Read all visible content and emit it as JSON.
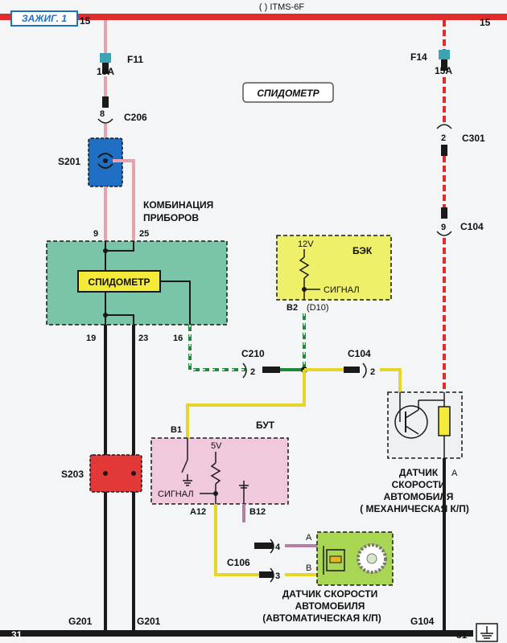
{
  "header": {
    "ignition_label": "ЗАЖИГ. 1",
    "bus_left": "15",
    "bus_right": "15",
    "bus_center": "( ) ITMS-6F"
  },
  "ground": {
    "left": "31",
    "right": "31"
  },
  "title_badge": "СПИДОМЕТР",
  "fuses": {
    "f11": {
      "name": "F11",
      "rating": "10A"
    },
    "f14": {
      "name": "F14",
      "rating": "15A"
    }
  },
  "connectors": {
    "c206": {
      "name": "C206",
      "pin": "8"
    },
    "c301": {
      "name": "C301",
      "pin": "2"
    },
    "c104_top": {
      "name": "C104",
      "pin": "9"
    },
    "c210": {
      "name": "C210",
      "pin": "2"
    },
    "c104_mid": {
      "name": "C104",
      "pin": "2"
    },
    "c106": {
      "name": "C106",
      "pin_a": "4",
      "pin_b": "3"
    }
  },
  "splices": {
    "s201": "S201",
    "s203": "S203"
  },
  "cluster": {
    "title_line1": "КОМБИНАЦИЯ",
    "title_line2": "ПРИБОРОВ",
    "speedometer": "СПИДОМЕТР",
    "pin_9": "9",
    "pin_25": "25",
    "pin_19": "19",
    "pin_23": "23",
    "pin_16": "16"
  },
  "ecu": {
    "name": "БЭК",
    "voltage": "12V",
    "signal": "СИГНАЛ",
    "pin": "B2",
    "pin_alt": "(D10)"
  },
  "tcm": {
    "name": "БУТ",
    "voltage": "5V",
    "signal": "СИГНАЛ",
    "pin_b1": "B1",
    "pin_a12": "A12",
    "pin_b12": "B12"
  },
  "sensor_manual": {
    "line1": "ДАТЧИК",
    "line2": "СКОРОСТИ",
    "line3": "АВТОМОБИЛЯ",
    "line4": "( МЕХАНИЧЕСКАЯ К/П)",
    "pin_a": "A"
  },
  "sensor_auto": {
    "line1": "ДАТЧИК СКОРОСТИ",
    "line2": "АВТОМОБИЛЯ",
    "line3": "(АВТОМАТИЧЕСКАЯ К/П)",
    "pin_a": "A",
    "pin_b": "B"
  },
  "grounds": {
    "g201_a": "G201",
    "g201_b": "G201",
    "g104": "G104"
  },
  "colors": {
    "power_red": "#e02c2c",
    "wire_pink": "#e7a3ad",
    "wire_black": "#1a1a1a",
    "wire_green": "#1f8a3a",
    "wire_yellow": "#e5d62a",
    "fuse_teal": "#3aa4b4",
    "cluster_box": "#7ac4a8",
    "ecu_box": "#eef06a",
    "tcm_box": "#f1c9dd",
    "sensor_auto_box": "#a9d653",
    "splice_blue": "#1f6fc4",
    "splice_red": "#e23838"
  }
}
